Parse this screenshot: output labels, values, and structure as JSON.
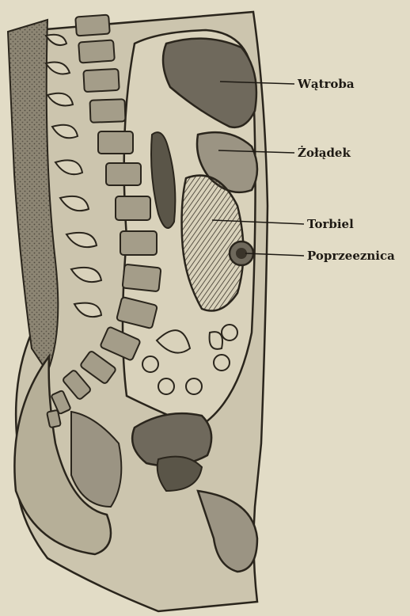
{
  "labels": {
    "liver": "Wątroba",
    "stomach": "Żołądek",
    "cyst": "Torbiel",
    "transverse_colon": "Poprzeeznica"
  },
  "colors": {
    "paper": "#e2dcc6",
    "ink": "#2a251c",
    "dark_fill": "#6f695c",
    "mid_fill": "#9b9483",
    "light_fill": "#d9d2bb"
  }
}
